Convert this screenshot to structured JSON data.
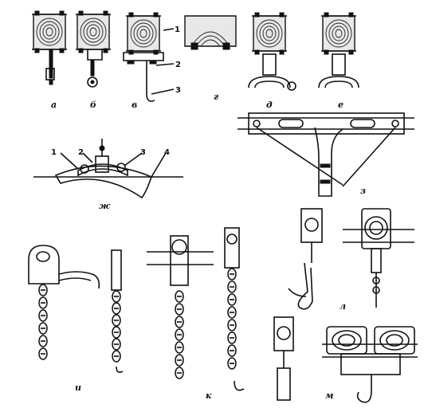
{
  "figure": {
    "panels": [
      {
        "id": "a",
        "label": "а"
      },
      {
        "id": "b",
        "label": "б"
      },
      {
        "id": "v",
        "label": "в"
      },
      {
        "id": "g",
        "label": "г"
      },
      {
        "id": "d",
        "label": "д"
      },
      {
        "id": "e",
        "label": "е"
      },
      {
        "id": "zh",
        "label": "ж"
      },
      {
        "id": "z",
        "label": "з"
      },
      {
        "id": "i",
        "label": "и"
      },
      {
        "id": "k",
        "label": "к"
      },
      {
        "id": "l",
        "label": "л"
      },
      {
        "id": "m",
        "label": "м"
      }
    ],
    "callouts_v": [
      "1",
      "2",
      "3"
    ],
    "callouts_zh": [
      "1",
      "2",
      "3",
      "4"
    ]
  }
}
